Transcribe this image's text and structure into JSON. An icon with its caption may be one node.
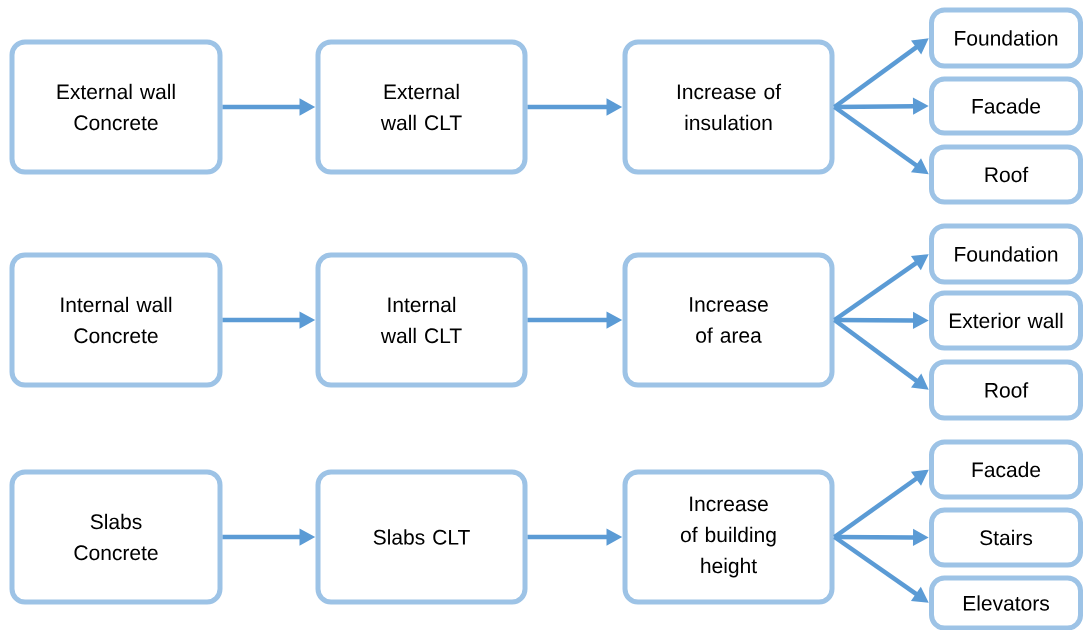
{
  "diagram": {
    "nodes": [
      {
        "text": [
          "External wall Concrete"
        ]
      },
      {
        "text": [
          "External wall CLT"
        ]
      },
      {
        "text": [
          "Increase of insulation"
        ]
      },
      {
        "text": [
          "Foundation"
        ]
      },
      {
        "text": [
          "Facade"
        ]
      },
      {
        "text": [
          "Roof"
        ]
      },
      {
        "text": [
          "Internal wall Concrete"
        ]
      },
      {
        "text": [
          "Internal wall CLT"
        ]
      },
      {
        "text": [
          "Increase of area"
        ]
      },
      {
        "text": [
          "Foundation"
        ]
      },
      {
        "text": [
          "Exterior wall"
        ]
      },
      {
        "text": [
          "Roof"
        ]
      },
      {
        "text": [
          "Slabs Concrete"
        ]
      },
      {
        "text": [
          "Slabs CLT"
        ]
      },
      {
        "text": [
          "Increase of building height"
        ]
      },
      {
        "text": [
          "Facade"
        ]
      },
      {
        "text": [
          "Stairs"
        ]
      },
      {
        "text": [
          "Elevators"
        ]
      }
    ],
    "edges": [
      {
        "from": 0,
        "to": 1,
        "arrow": "to"
      },
      {
        "from": 1,
        "to": 2,
        "arrow": "to"
      },
      {
        "from": 2,
        "to": 3,
        "arrow": "to"
      },
      {
        "from": 2,
        "to": 4,
        "arrow": "to"
      },
      {
        "from": 2,
        "to": 5,
        "arrow": "to"
      },
      {
        "from": 6,
        "to": 7,
        "arrow": "to"
      },
      {
        "from": 7,
        "to": 8,
        "arrow": "to"
      },
      {
        "from": 8,
        "to": 9,
        "arrow": "to"
      },
      {
        "from": 8,
        "to": 10,
        "arrow": "to"
      },
      {
        "from": 8,
        "to": 11,
        "arrow": "to"
      },
      {
        "from": 12,
        "to": 13,
        "arrow": "to"
      },
      {
        "from": 13,
        "to": 14,
        "arrow": "to"
      },
      {
        "from": 14,
        "to": 15,
        "arrow": "to"
      },
      {
        "from": 14,
        "to": 16,
        "arrow": "to"
      },
      {
        "from": 14,
        "to": 17,
        "arrow": "to"
      }
    ]
  }
}
